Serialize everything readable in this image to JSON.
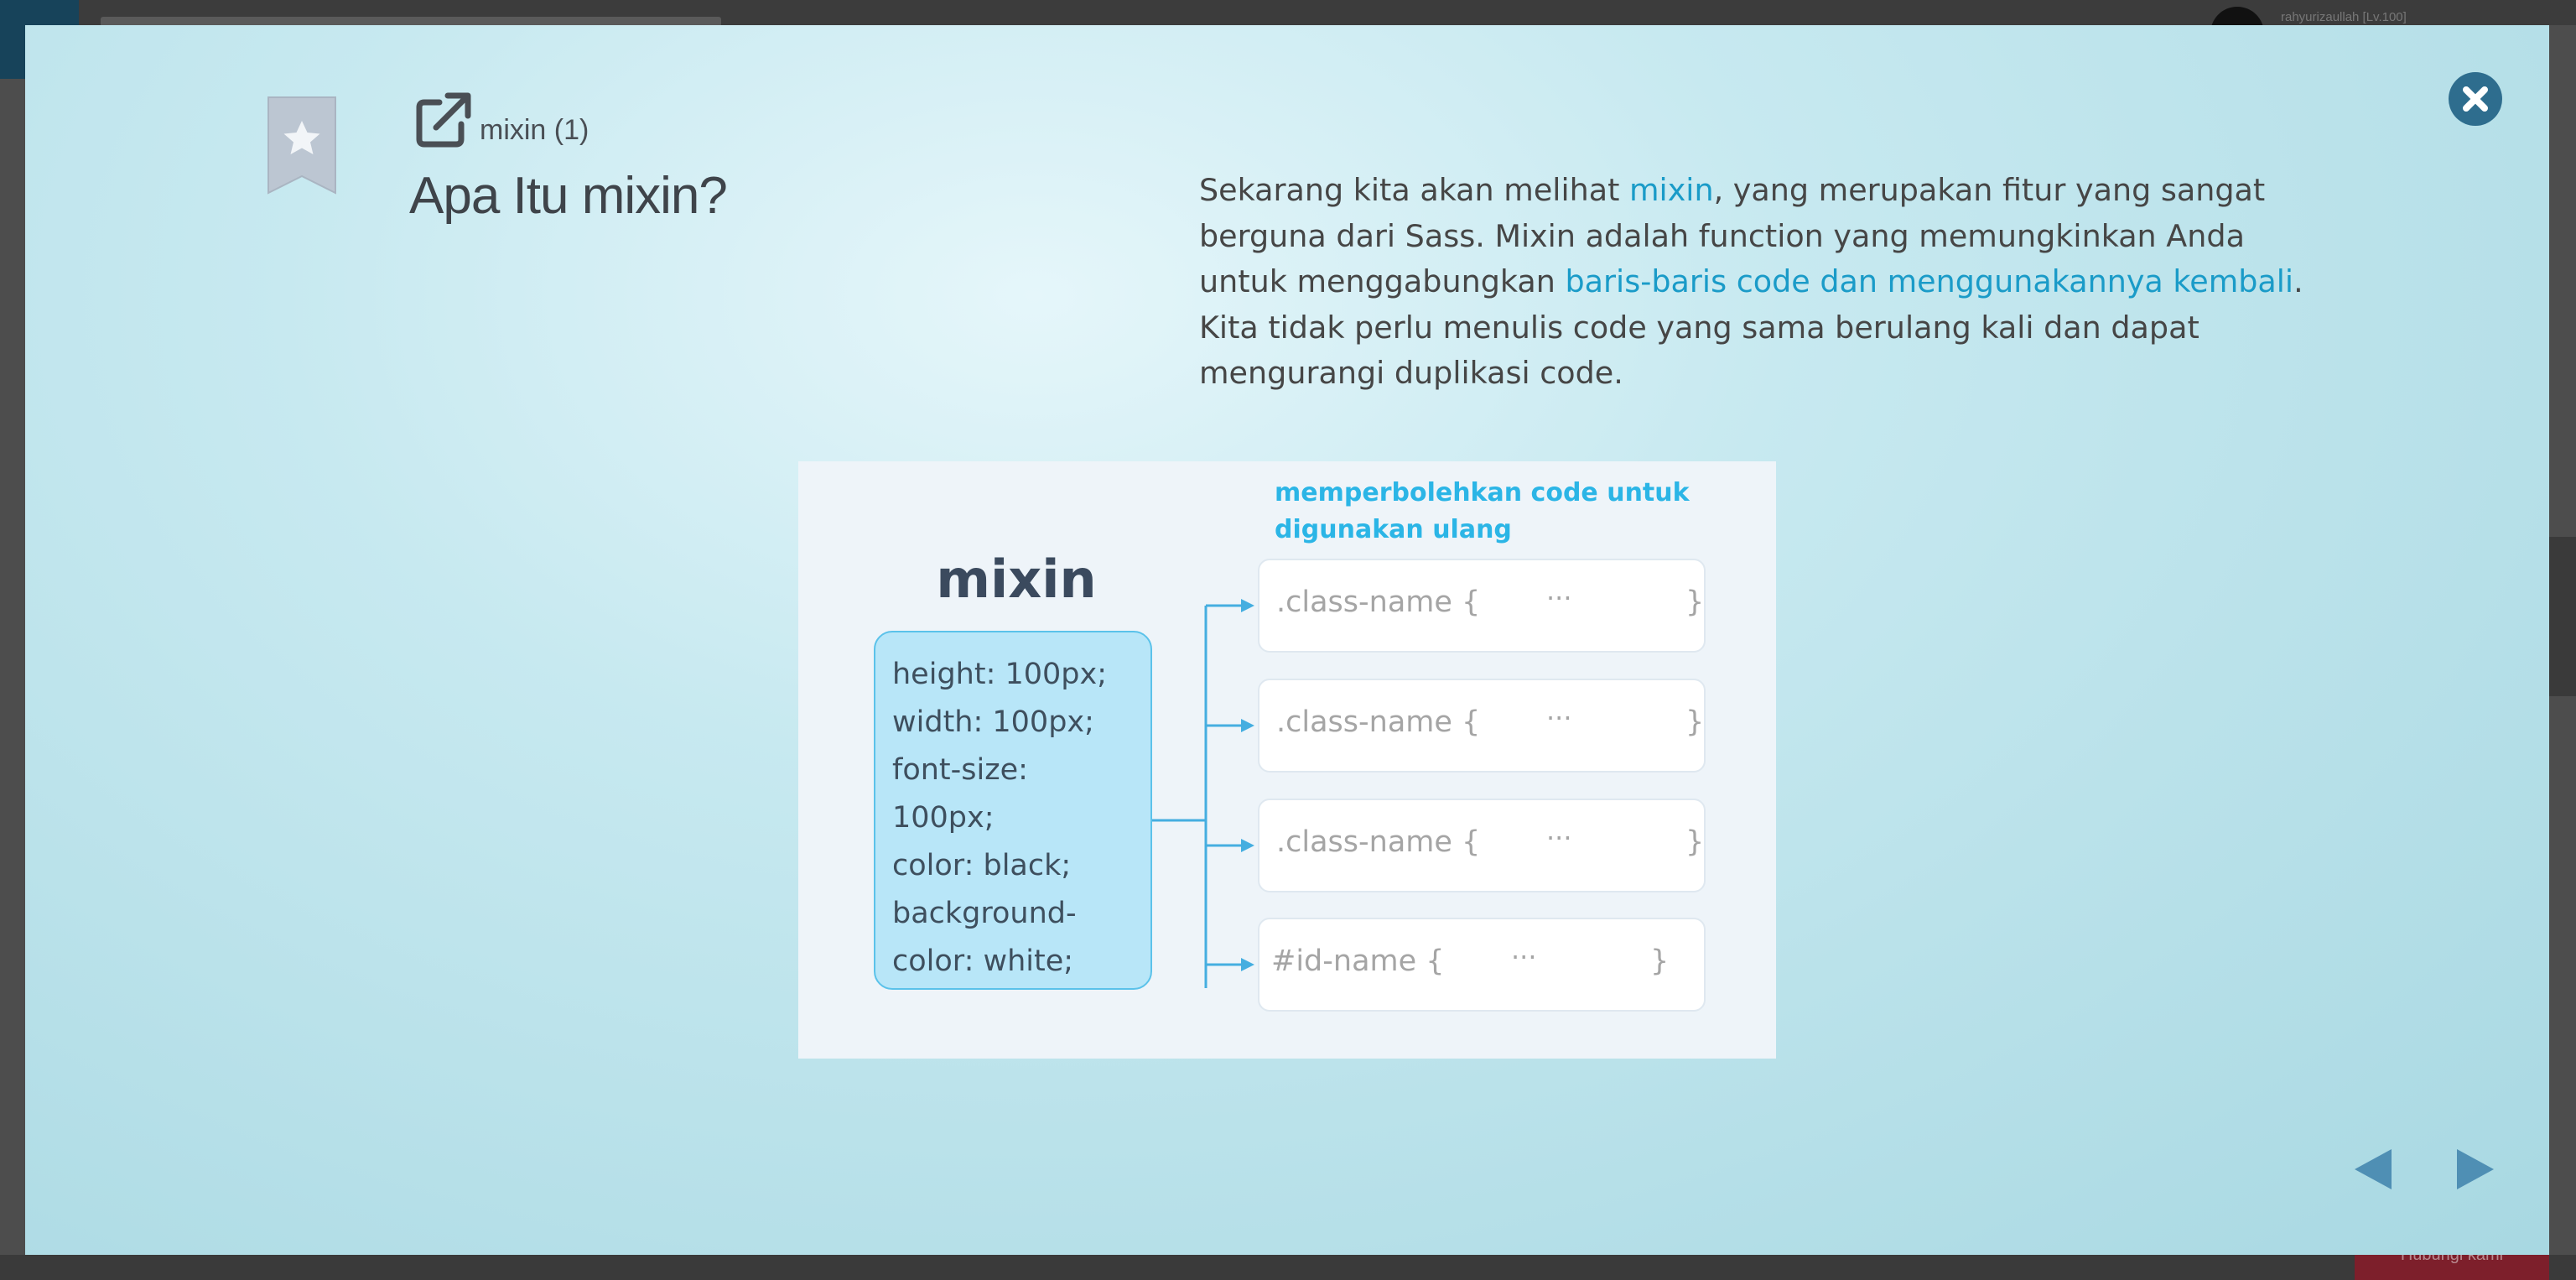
{
  "background": {
    "user_name": "rahyurizaullah [Lv.100]",
    "bottom_button": "Hubungi kami"
  },
  "lesson": {
    "module_label": "mixin (1)",
    "title": "Apa Itu mixin?",
    "paragraph": {
      "part1": "Sekarang kita akan melihat ",
      "link1": "mixin",
      "part2": ", yang merupakan fitur yang sangat berguna dari Sass. Mixin adalah function yang memungkinkan Anda untuk menggabungkan ",
      "link2": "baris-baris code dan menggunakannya kembali",
      "part3": ". Kita tidak perlu menulis code yang sama berulang kali dan dapat mengurangi duplikasi code."
    }
  },
  "diagram": {
    "note": "memperbolehkan code untuk digunakan ulang",
    "title": "mixin",
    "properties": [
      "height: 100px;",
      "width: 100px;",
      "font-size:",
      "100px;",
      "color: black;",
      "background-",
      "color: white;"
    ],
    "targets": [
      {
        "selector": ".class-name {",
        "dots": "···",
        "brace": "}"
      },
      {
        "selector": ".class-name {",
        "dots": "···",
        "brace": "}"
      },
      {
        "selector": ".class-name {",
        "dots": "···",
        "brace": "}"
      },
      {
        "selector": "#id-name {",
        "dots": "···",
        "brace": "}"
      }
    ]
  },
  "icons": {
    "bookmark": "bookmark-star-icon",
    "external": "external-link-icon",
    "close": "close-icon",
    "prev": "prev-arrow-icon",
    "next": "next-arrow-icon"
  },
  "colors": {
    "accent": "#1a9bc8",
    "note": "#2bb5e6",
    "mixin_box": "#b8e6f8",
    "close_button": "#2e6d8e",
    "nav_arrow": "#4f8fb4"
  }
}
